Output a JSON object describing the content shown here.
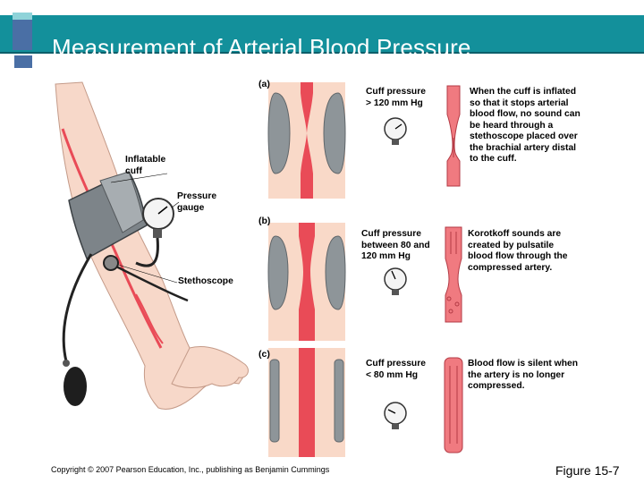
{
  "slide": {
    "title": "Measurement of Arterial Blood Pressure",
    "copyright": "Copyright © 2007 Pearson Education, Inc., publishing as Benjamin Cummings",
    "figure_number": "Figure 15-7",
    "colors": {
      "header": "#13909b",
      "artery": "#e94b57",
      "cuff": "#8e9599"
    }
  },
  "arm_labels": {
    "cuff": "Inflatable\ncuff",
    "gauge": "Pressure\ngauge",
    "stethoscope": "Stethoscope"
  },
  "panels": [
    {
      "tag": "(a)",
      "cuff_pressure": "Cuff pressure\n> 120 mm Hg",
      "description": "When the cuff is inflated\nso that it stops arterial\nblood flow, no sound can\nbe heard through a\nstethoscope placed over\nthe brachial artery distal\nto the cuff."
    },
    {
      "tag": "(b)",
      "cuff_pressure": "Cuff pressure\nbetween 80 and\n120 mm Hg",
      "description": "Korotkoff sounds are\ncreated by pulsatile\nblood flow through the\ncompressed artery."
    },
    {
      "tag": "(c)",
      "cuff_pressure": "Cuff pressure\n< 80 mm Hg",
      "description": "Blood flow is silent when\nthe artery is no longer\ncompressed."
    }
  ]
}
